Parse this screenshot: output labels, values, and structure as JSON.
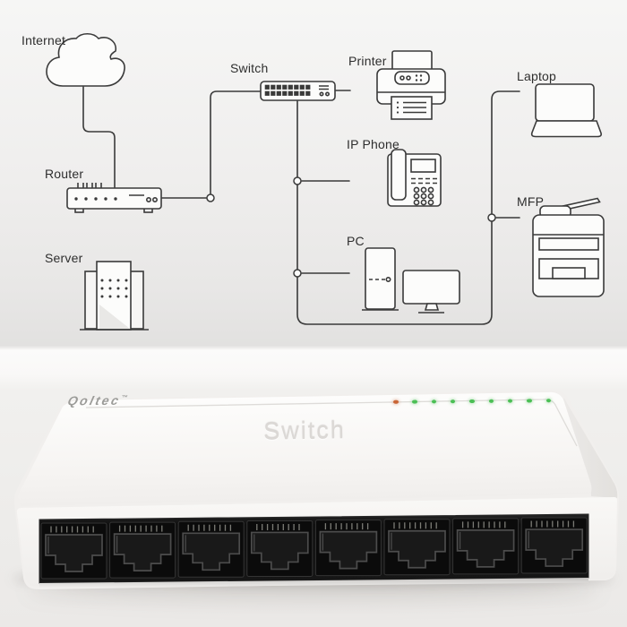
{
  "diagram": {
    "line_color": "#3a3a3a",
    "nodes": {
      "internet": {
        "label": "Internet"
      },
      "router": {
        "label": "Router"
      },
      "server": {
        "label": "Server"
      },
      "switch": {
        "label": "Switch"
      },
      "printer": {
        "label": "Printer"
      },
      "ip_phone": {
        "label": "IP Phone"
      },
      "pc": {
        "label": "PC"
      },
      "laptop": {
        "label": "Laptop"
      },
      "mfp": {
        "label": "MFP"
      }
    }
  },
  "product": {
    "brand": "Qoltec",
    "trademark": "™",
    "front_label": "Switch",
    "port_count": 8,
    "led_colors": {
      "power": "#c96536",
      "link": "#4bbf55"
    },
    "leds": [
      "#c96536",
      "#4bbf55",
      "#4bbf55",
      "#4bbf55",
      "#4bbf55",
      "#4bbf55",
      "#4bbf55",
      "#4bbf55",
      "#4bbf55"
    ]
  }
}
